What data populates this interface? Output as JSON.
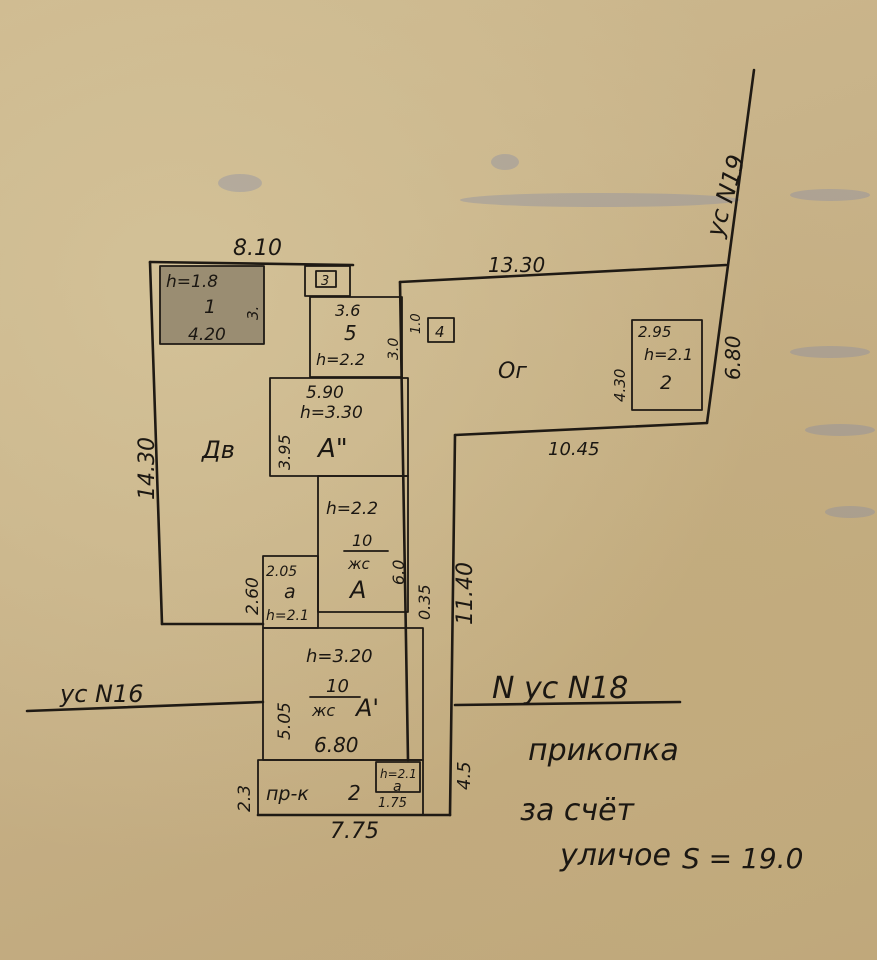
{
  "plot": {
    "north_edge": "8.10",
    "west_edge": "14.30",
    "yard_top_edge": "13.30",
    "east_edge": "6.80",
    "yard_bottom_edge": "10.45",
    "road_edge": "11.40",
    "south_edge": "7.75",
    "small_left": "2.60",
    "small_right": "0.35",
    "small_bottom_left": "2.3",
    "small_bottom_right": "4.5",
    "yard_label": "Ог",
    "courtyard_label": "Дв"
  },
  "buildings": {
    "b1": {
      "h": "h=1.8",
      "num": "1",
      "w": "4.20",
      "d": "3."
    },
    "b3": {
      "num": "3"
    },
    "b5": {
      "w": "3.6",
      "num": "5",
      "h": "h=2.2",
      "d": "3.0"
    },
    "b4": {
      "left": "1.0",
      "num": "4"
    },
    "bA2": {
      "w": "5.90",
      "h": "h=3.30",
      "num": "А\"",
      "d": "3.95"
    },
    "b2": {
      "w": "2.95",
      "h": "h=2.1",
      "num": "2",
      "d": "4.30"
    },
    "bKitchen": {
      "h": "h=2.2",
      "top": "10",
      "mid": "жс",
      "num": "А",
      "d": "6.0"
    },
    "ba": {
      "w": "2.05",
      "num": "а",
      "h": "h=2.1"
    },
    "bA": {
      "h": "h=3.20",
      "top": "10",
      "mid": "жс",
      "num": "А'",
      "d": "5.05",
      "w": "6.80"
    },
    "porch": {
      "label": "пр-к",
      "num": "2"
    },
    "bN": {
      "h": "h=2.1",
      "num": "а",
      "w": "1.75"
    }
  },
  "neighbors": {
    "left": "ус N16",
    "right": "N ус N18",
    "top": "ус N19"
  },
  "note": {
    "line1": "прикопка",
    "line2": "за счёт",
    "line3": "уличое",
    "line4": "S = 19.0"
  }
}
